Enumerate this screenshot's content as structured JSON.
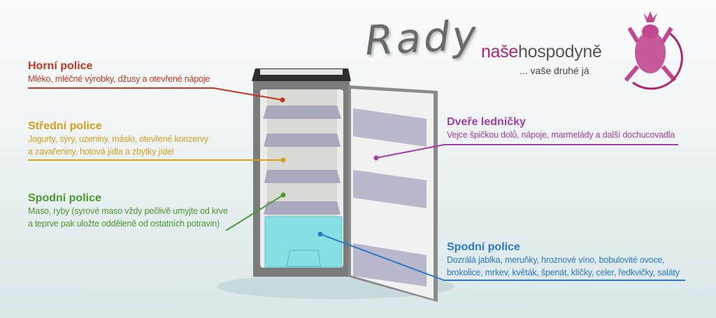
{
  "title": "Rady",
  "brand": {
    "name_accent": "naše",
    "name_rest": "hospodyně",
    "tagline": "... vaše druhé já"
  },
  "colors": {
    "top": "#c8351a",
    "middle": "#d8a01c",
    "bottom": "#4a9a2e",
    "door": "#a03fa8",
    "crisper": "#2a78c8",
    "brand": "#b3246f"
  },
  "labels": {
    "top_shelf": {
      "title": "Horní police",
      "lines": [
        "Mléko, mléčné výrobky, džusy a otevřené nápoje"
      ]
    },
    "middle_shelf": {
      "title": "Střední police",
      "lines": [
        "Jogurty, sýry, uzeniny, máslo, otevřené konzervy",
        "a zavařeniny, hotová jídla a zbytky jídel"
      ]
    },
    "bottom_shelf": {
      "title": "Spodní police",
      "lines": [
        "Maso, ryby (syrové maso vždy pečlivě umyjte od krve",
        "a teprve pak uložte odděleně od ostatních potravin)"
      ]
    },
    "door": {
      "title": "Dveře ledničky",
      "lines": [
        "Vejce špičkou dolů, nápoje, marmelády a další dochucovadla"
      ]
    },
    "crisper": {
      "title": "Spodní police",
      "lines": [
        "Dozrálá jablka, meruňky, hroznové víno, bobulovité ovoce,",
        "brokolice, mrkev, květák, špenát, klíčky, celer, ředkvičky, saláty"
      ]
    }
  }
}
